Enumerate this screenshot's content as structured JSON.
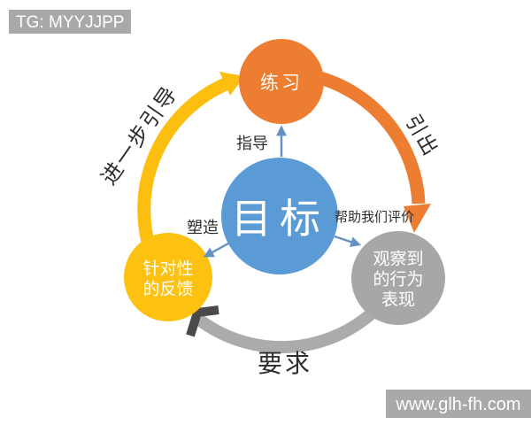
{
  "header": {
    "tg_badge": "TG: MYYJJPP",
    "badge_bg": "#a9a9a9",
    "badge_text_color": "#ffffff"
  },
  "footer": {
    "watermark": "www.glh-fh.com",
    "badge_bg": "#a9a9a9",
    "badge_text_color": "#ffffff"
  },
  "diagram": {
    "center": {
      "label": "目标",
      "color": "#5b9bd5",
      "text_color": "#ffffff"
    },
    "nodes": {
      "practice": {
        "label": "练习",
        "color": "#ed7d31"
      },
      "feedback": {
        "line1": "针对性",
        "line2": "的反馈",
        "color": "#fdc112"
      },
      "behavior": {
        "line1": "观察到",
        "line2": "的行为",
        "line3": "表现",
        "color": "#a7a7a7"
      }
    },
    "cycle": {
      "further_guidance": "进一步引导",
      "elicit": "引出",
      "demand": "要求",
      "yellow_arc_color": "#fcbf10",
      "orange_arc_color": "#ed7d31",
      "gray_arc_color": "#ababab",
      "dark_arrow_color": "#4a4a4a"
    },
    "spokes": {
      "guide": "指导",
      "shape": "塑造",
      "evaluate": "帮助我们评价",
      "arrow_color": "#6591c2"
    }
  }
}
